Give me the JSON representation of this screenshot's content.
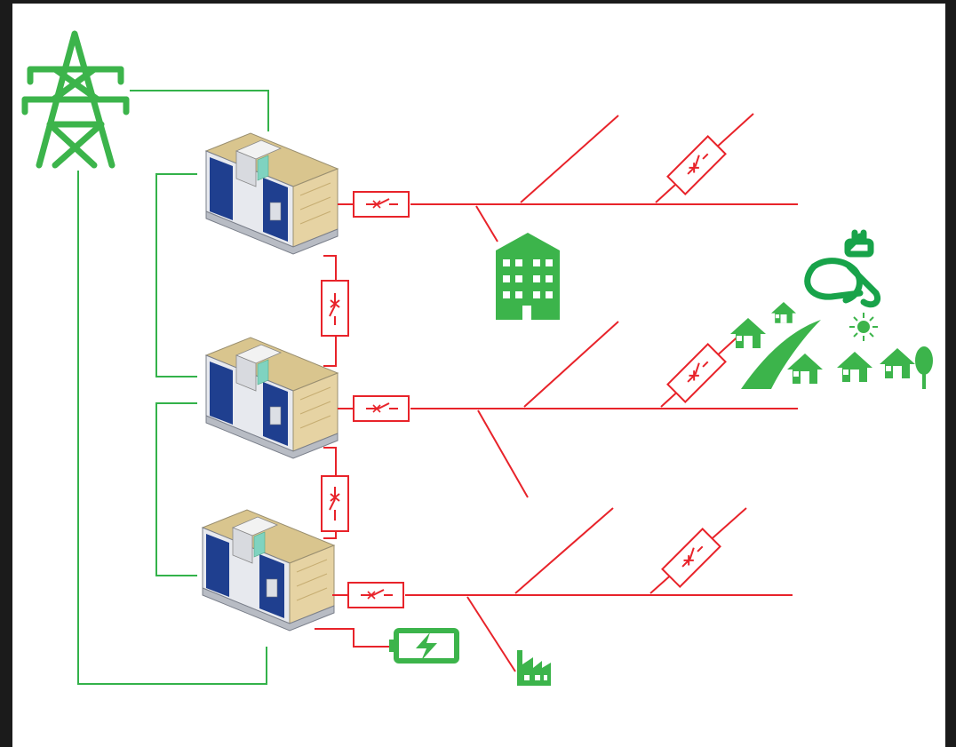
{
  "diagram": {
    "description_visible_text": "",
    "colors": {
      "frame": "#1b1b1b",
      "background": "#ffffff",
      "grid_link": "#33b24a",
      "icon_green": "#3cb44b",
      "feeder": "#e8232a",
      "substation_blue": "#1f3f8f",
      "substation_tan": "#e6d3a3",
      "substation_grey": "#b8bcc4"
    },
    "icons": {
      "pylon": "transmission-tower-icon",
      "substations": [
        "substation-unit-icon",
        "substation-unit-icon",
        "substation-unit-icon"
      ],
      "breakers": "circuit-breaker-icon",
      "apartment": "apartment-building-icon",
      "ev": "ev-charging-icon",
      "houses": "residential-area-icon",
      "sun": "sun-icon",
      "tree": "tree-icon",
      "battery": "battery-storage-icon",
      "factory": "factory-icon"
    },
    "counts": {
      "substations": 3,
      "feeders": 3,
      "houses": 5
    }
  }
}
